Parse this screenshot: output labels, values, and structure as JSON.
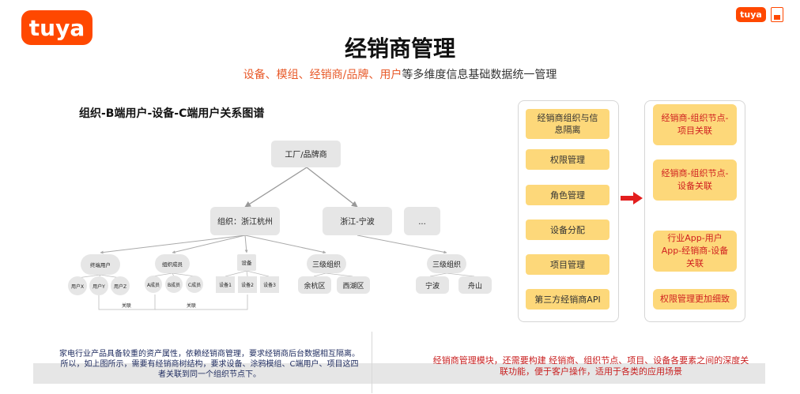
{
  "logo_text": "tuya",
  "logo_small_text": "tuya",
  "title": "经销商管理",
  "subtitle": {
    "part1": "设备、模组、经销商/品牌、用户",
    "part2": "等多维度信息基础数据统一管理"
  },
  "diagram_heading": "组织-B端用户-设备-C端用户关系图谱",
  "diagram": {
    "root": "工厂/品牌商",
    "level1": [
      "组织：浙江杭州",
      "浙江-宁波",
      "..."
    ],
    "groups": [
      "终端用户",
      "组织成员",
      "设备",
      "三级组织",
      "三级组织"
    ],
    "users": [
      "用户X",
      "用户Y",
      "用户Z"
    ],
    "members": [
      "A成员",
      "B成员",
      "C成员"
    ],
    "devices": [
      "设备1",
      "设备2",
      "设备3"
    ],
    "regions_hz": [
      "余杭区",
      "西湖区"
    ],
    "regions_nb": [
      "宁波",
      "舟山"
    ],
    "link_label_1": "关联",
    "link_label_2": "关联"
  },
  "left_panel": {
    "items": [
      "经销商组织与信息隔离",
      "权限管理",
      "角色管理",
      "设备分配",
      "项目管理",
      "第三方经销商API"
    ]
  },
  "right_panel": {
    "items": [
      "经销商-组织节点-项目关联",
      "经销商-组织节点-设备关联",
      "行业App-用户App-经销商-设备关联",
      "权限管理更加细致"
    ]
  },
  "bottom_left": "家电行业产品具备较重的资产属性，依赖经销商管理，要求经销商后台数据相互隔离。所以，如上图所示，需要有经销商树结构，要求设备、涂鸦模组、C端用户、项目这四者关联到同一个组织节点下。",
  "bottom_right": "经销商管理模块，还需要构建 经销商、组织节点、项目、设备各要素之间的深度关联功能，便于客户操作，适用于各类的应用场景",
  "colors": {
    "brand": "#ff4800",
    "pill": "#fdd87a",
    "accent_red": "#d02020",
    "node_gray": "#e6e6e6"
  }
}
